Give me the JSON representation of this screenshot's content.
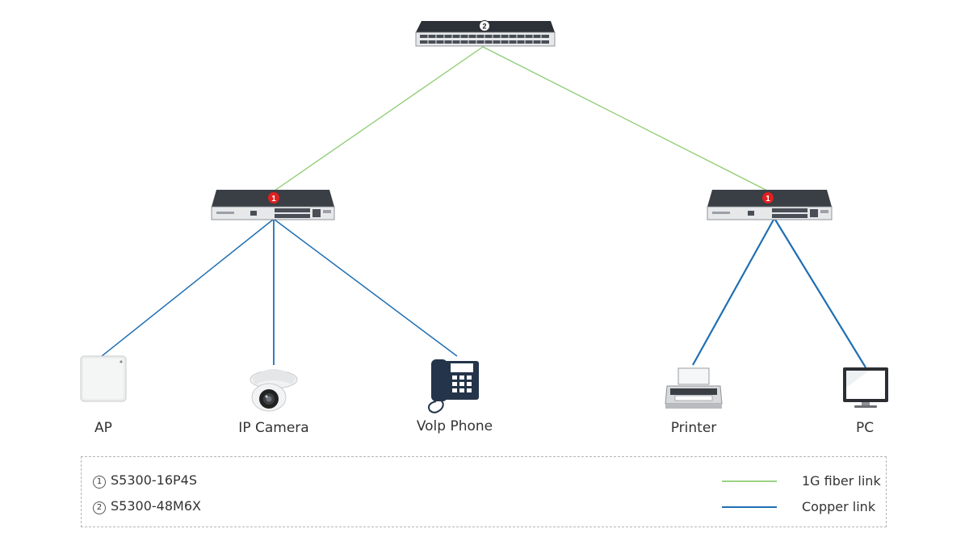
{
  "devices": {
    "core_badge": "2",
    "access_left_badge": "1",
    "access_right_badge": "1",
    "ap_label": "AP",
    "camera_label": "IP Camera",
    "phone_label": "Volp Phone",
    "printer_label": "Printer",
    "pc_label": "PC"
  },
  "legend": {
    "item1_num": "1",
    "item1_model": "S5300-16P4S",
    "item2_num": "2",
    "item2_model": "S5300-48M6X",
    "fiber_label": "1G fiber link",
    "copper_label": "Copper link"
  },
  "colors": {
    "fiber": "#8dcc72",
    "copper": "#1f6fb3",
    "badge_red": "#e02020",
    "switch_body": "#3a3e45"
  }
}
